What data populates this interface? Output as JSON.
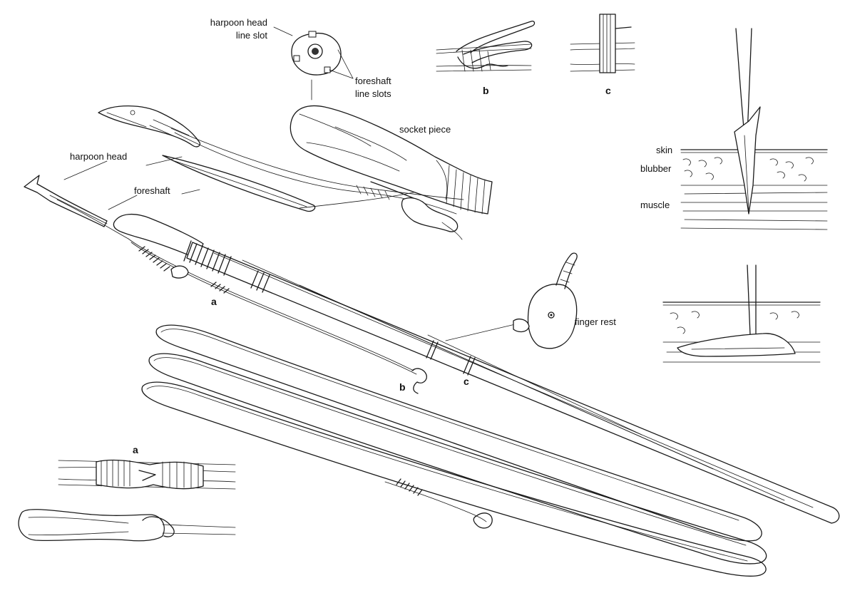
{
  "labels": {
    "harpoon_head_line_slot_1": "harpoon head",
    "harpoon_head_line_slot_2": "line slot",
    "foreshaft_line_slots_1": "foreshaft",
    "foreshaft_line_slots_2": "line slots",
    "socket_piece": "socket piece",
    "harpoon_head": "harpoon head",
    "foreshaft": "foreshaft",
    "finger_rest": "finger rest",
    "skin": "skin",
    "blubber": "blubber",
    "muscle": "muscle"
  },
  "detail_letters": {
    "a_main": "a",
    "b_main": "b",
    "c_main": "c",
    "b_inset": "b",
    "c_inset": "c",
    "a_inset": "a"
  },
  "colors": {
    "ink": "#1a1a1a",
    "paper": "#ffffff"
  }
}
